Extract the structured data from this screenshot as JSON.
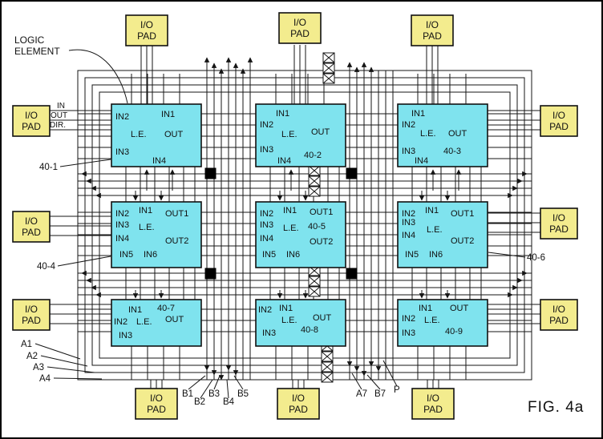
{
  "figure_label": "FIG. 4a",
  "callouts": {
    "logic_line1": "LOGIC",
    "logic_line2": "ELEMENT",
    "pad_in": "IN",
    "pad_out": "OUT",
    "pad_dir": "DIR.",
    "ref1": "40-1",
    "ref4": "40-4",
    "ref6": "40-6",
    "a1": "A1",
    "a2": "A2",
    "a3": "A3",
    "a4": "A4",
    "b1": "B1",
    "b2": "B2",
    "b3": "B3",
    "b4": "B4",
    "b5": "B5",
    "a7": "A7",
    "b7": "B7",
    "p": "P"
  },
  "io_pad": {
    "line1": "I/O",
    "line2": "PAD"
  },
  "le": {
    "e1": {
      "in1": "IN1",
      "in2": "IN2",
      "in3": "IN3",
      "in4": "IN4",
      "name": "L.E.",
      "out": "OUT"
    },
    "e2": {
      "in1": "IN1",
      "in2": "IN2",
      "in3": "IN3",
      "in4": "IN4",
      "name": "L.E.",
      "out": "OUT",
      "id": "40-2"
    },
    "e3": {
      "in1": "IN1",
      "in2": "IN2",
      "in3": "IN3",
      "in4": "IN4",
      "name": "L.E.",
      "out": "OUT",
      "id": "40-3"
    },
    "e4": {
      "in1": "IN1",
      "in2": "IN2",
      "in3": "IN3",
      "in4": "IN4",
      "in5": "IN5",
      "in6": "IN6",
      "name": "L.E.",
      "out1": "OUT1",
      "out2": "OUT2"
    },
    "e5": {
      "in1": "IN1",
      "in2": "IN2",
      "in3": "IN3",
      "in4": "IN4",
      "in5": "IN5",
      "in6": "IN6",
      "name": "L.E.",
      "out1": "OUT1",
      "out2": "OUT2",
      "id": "40-5"
    },
    "e6": {
      "in1": "IN1",
      "in2": "IN2",
      "in3": "IN3",
      "in4": "IN4",
      "in5": "IN5",
      "in6": "IN6",
      "name": "L.E.",
      "out1": "OUT1",
      "out2": "OUT2"
    },
    "e7": {
      "in1": "IN1",
      "in2": "IN2",
      "in3": "IN3",
      "name": "L.E.",
      "out": "OUT",
      "id": "40-7"
    },
    "e8": {
      "in1": "IN1",
      "in2": "IN2",
      "in3": "IN3",
      "name": "L.E.",
      "out": "OUT",
      "id": "40-8"
    },
    "e9": {
      "in1": "IN1",
      "in2": "IN2",
      "in3": "IN3",
      "name": "L.E.",
      "out": "OUT",
      "id": "40-9"
    }
  },
  "colors": {
    "pad_fill": "#f3ec8e",
    "le_fill": "#7fe3ee",
    "line": "#151515"
  }
}
